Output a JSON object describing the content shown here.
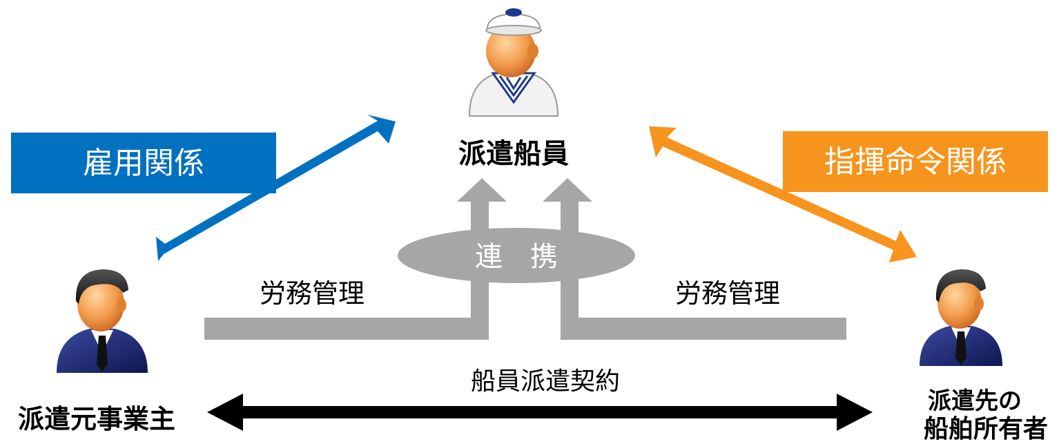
{
  "nodes": {
    "seafarer": "派遣船員",
    "dispatcher": "派遣元事業主",
    "owner_line1": "派遣先の",
    "owner_line2": "船舶所有者"
  },
  "relations": {
    "employment": "雇用関係",
    "command": "指揮命令関係",
    "cooperation": "連　携",
    "labor_left": "労務管理",
    "labor_right": "労務管理",
    "contract": "船員派遣契約"
  },
  "icons": {
    "seafarer": "sailor-person-icon",
    "dispatcher": "businessman-icon",
    "owner": "businessman-icon"
  },
  "colors": {
    "employment": "#0070c0",
    "command": "#f7941d",
    "management": "#a6a6a6",
    "contract": "#000000"
  }
}
